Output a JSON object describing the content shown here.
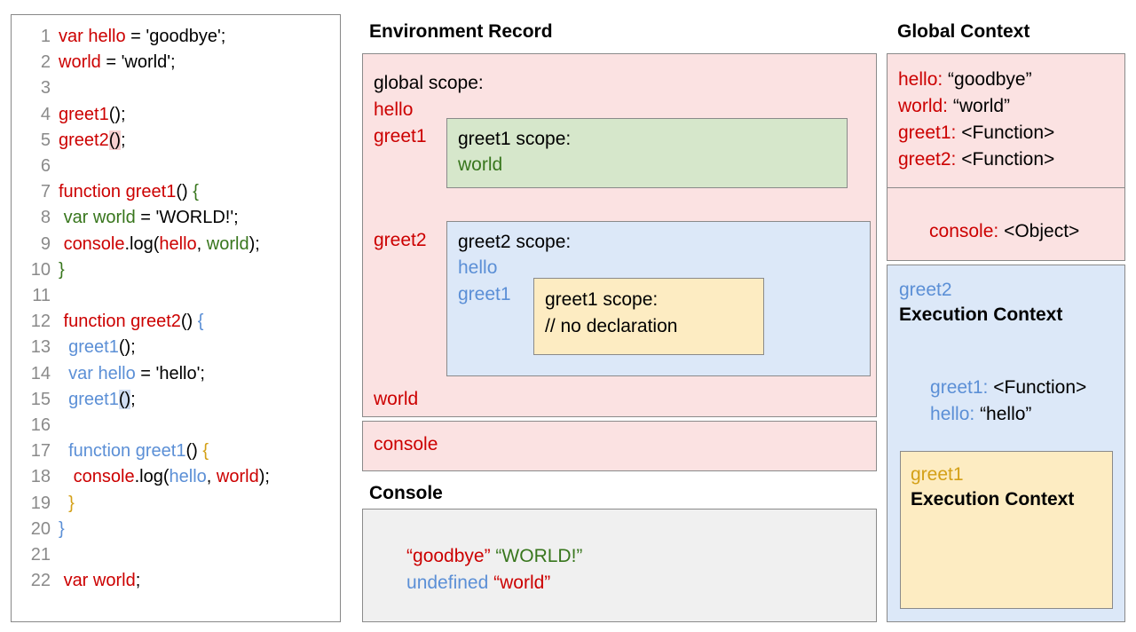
{
  "code_panel": {
    "lines": [
      {
        "n": "1",
        "tokens": [
          {
            "t": "var hello",
            "c": "c-red"
          },
          {
            "t": " = 'goodbye';",
            "c": "c-black"
          }
        ]
      },
      {
        "n": "2",
        "tokens": [
          {
            "t": "world",
            "c": "c-red"
          },
          {
            "t": " = 'world';",
            "c": "c-black"
          }
        ]
      },
      {
        "n": "3",
        "tokens": []
      },
      {
        "n": "4",
        "tokens": [
          {
            "t": "greet1",
            "c": "c-red"
          },
          {
            "t": "();",
            "c": "c-black"
          }
        ]
      },
      {
        "n": "5",
        "tokens": [
          {
            "t": "greet1_placeholder",
            "c": "skip"
          }
        ]
      },
      {
        "n": "6",
        "tokens": []
      },
      {
        "n": "7",
        "tokens": [
          {
            "t": "function greet1",
            "c": "c-red"
          },
          {
            "t": "() ",
            "c": "c-black"
          },
          {
            "t": "{",
            "c": "c-green"
          }
        ]
      },
      {
        "n": "8",
        "tokens": [
          {
            "t": " ",
            "c": "c-black"
          },
          {
            "t": "var world",
            "c": "c-green"
          },
          {
            "t": " = 'WORLD!';",
            "c": "c-black"
          }
        ]
      },
      {
        "n": "9",
        "tokens": [
          {
            "t": " ",
            "c": "c-black"
          },
          {
            "t": "console",
            "c": "c-red"
          },
          {
            "t": ".log(",
            "c": "c-black"
          },
          {
            "t": "hello",
            "c": "c-red"
          },
          {
            "t": ", ",
            "c": "c-black"
          },
          {
            "t": "world",
            "c": "c-green"
          },
          {
            "t": ");",
            "c": "c-black"
          }
        ]
      },
      {
        "n": "10",
        "tokens": [
          {
            "t": "}",
            "c": "c-green"
          }
        ]
      },
      {
        "n": "11",
        "tokens": []
      },
      {
        "n": "12",
        "tokens": [
          {
            "t": " function greet2",
            "c": "c-red"
          },
          {
            "t": "() ",
            "c": "c-black"
          },
          {
            "t": "{",
            "c": "c-blue"
          }
        ]
      },
      {
        "n": "13",
        "tokens": [
          {
            "t": "  ",
            "c": "c-black"
          },
          {
            "t": "greet1",
            "c": "c-blue"
          },
          {
            "t": "();",
            "c": "c-black"
          }
        ]
      },
      {
        "n": "14",
        "tokens": [
          {
            "t": "  ",
            "c": "c-black"
          },
          {
            "t": "var hello",
            "c": "c-blue"
          },
          {
            "t": " = 'hello';",
            "c": "c-black"
          }
        ]
      },
      {
        "n": "15",
        "tokens": [
          {
            "t": "greet1_inner_placeholder",
            "c": "skip"
          }
        ]
      },
      {
        "n": "16",
        "tokens": []
      },
      {
        "n": "17",
        "tokens": [
          {
            "t": "  ",
            "c": "c-black"
          },
          {
            "t": "function greet1",
            "c": "c-blue"
          },
          {
            "t": "() ",
            "c": "c-black"
          },
          {
            "t": "{",
            "c": "c-gold"
          }
        ]
      },
      {
        "n": "18",
        "tokens": [
          {
            "t": "   ",
            "c": "c-black"
          },
          {
            "t": "console",
            "c": "c-red"
          },
          {
            "t": ".log(",
            "c": "c-black"
          },
          {
            "t": "hello",
            "c": "c-blue"
          },
          {
            "t": ", ",
            "c": "c-black"
          },
          {
            "t": "world",
            "c": "c-red"
          },
          {
            "t": ");",
            "c": "c-black"
          }
        ]
      },
      {
        "n": "19",
        "tokens": [
          {
            "t": "  ",
            "c": "c-black"
          },
          {
            "t": "}",
            "c": "c-gold"
          }
        ]
      },
      {
        "n": "20",
        "tokens": [
          {
            "t": "}",
            "c": "c-blue"
          }
        ]
      },
      {
        "n": "21",
        "tokens": []
      },
      {
        "n": "22",
        "tokens": [
          {
            "t": " ",
            "c": "c-black"
          },
          {
            "t": "var world",
            "c": "c-red"
          },
          {
            "t": ";",
            "c": "c-black"
          }
        ]
      }
    ],
    "line5": {
      "name": "greet2",
      "paren": "()",
      "tail": ";"
    },
    "line15": {
      "indent": "  ",
      "name": "greet1",
      "paren": "()",
      "tail": ";"
    }
  },
  "environment_record": {
    "heading": "Environment Record",
    "global_scope_label": "global scope:",
    "hello": "hello",
    "greet1": "greet1",
    "greet2": "greet2",
    "world": "world",
    "console": "console",
    "greet1_scope": {
      "title": "greet1 scope:",
      "entry": "world"
    },
    "greet2_scope": {
      "title": "greet2 scope:",
      "entry1": "hello",
      "entry2": "greet1",
      "inner": {
        "title": "greet1 scope:",
        "comment": "// no declaration"
      }
    }
  },
  "console": {
    "heading": "Console",
    "line1_a": "“goodbye”",
    "line1_b": "“WORLD!”",
    "line2_a": "undefined",
    "line2_b": "“world”"
  },
  "global_context": {
    "heading": "Global Context",
    "rows": [
      {
        "key": "hello: ",
        "value": "“goodbye”"
      },
      {
        "key": "world: ",
        "value": "“world”"
      },
      {
        "key": "greet1: ",
        "value": "<Function>"
      },
      {
        "key": "greet2: ",
        "value": "<Function>"
      }
    ],
    "console_key": "console: ",
    "console_value": "<Object>"
  },
  "execution_contexts": {
    "greet2": {
      "name": "greet2",
      "title": "Execution Context",
      "row1_key": "greet1: ",
      "row1_value": "<Function>",
      "row2_key": "hello: ",
      "row2_value": "“hello”"
    },
    "greet1": {
      "name": "greet1",
      "title": "Execution Context"
    }
  },
  "colors": {
    "red": "#cc0000",
    "green": "#38761d",
    "blue": "#5b8fd6",
    "gold": "#d4a017",
    "panel_pink": "#fbe2e2",
    "panel_green": "#d6e7cb",
    "panel_blue": "#dce8f8",
    "panel_yellow": "#fdecc2",
    "panel_gray": "#f0f0f0",
    "border": "#8a8a8a"
  }
}
